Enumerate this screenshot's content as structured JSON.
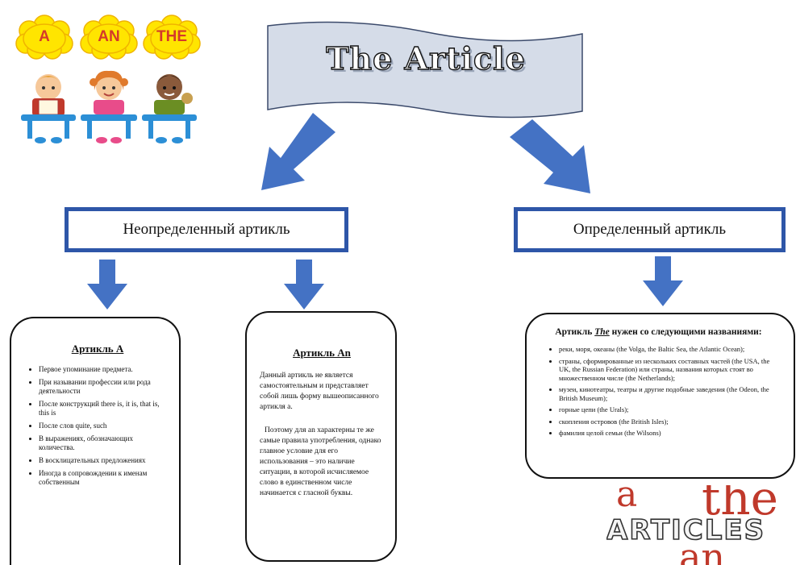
{
  "clouds": [
    {
      "label": "A"
    },
    {
      "label": "AN"
    },
    {
      "label": "THE"
    }
  ],
  "banner": {
    "title": "The Article"
  },
  "headers": {
    "indefinite": "Неопределенный артикль",
    "definite": "Определенный артикль"
  },
  "box_a": {
    "title": "Артикль А",
    "items": [
      "Первое упоминание предмета.",
      "При назывании профессии или рода деятельности",
      "После конструкций there is, it is, that is, this is",
      "После слов quite, such",
      "В выражениях, обозначающих количества.",
      "В восклицательных предложениях",
      "Иногда в сопровождении к именам собственным"
    ]
  },
  "box_an": {
    "title": "Артикль An",
    "para1": "Данный артикль не является самостоятельным и представляет собой лишь форму вышеописанного артикля a.",
    "para2": "Поэтому для an характерны те же самые правила употребления, однако главное условие для его использования – это наличие ситуации, в которой исчисляемое слово в единственном числе начинается с гласной буквы."
  },
  "box_the": {
    "title_prefix": "Артикль ",
    "title_article": "The",
    "title_suffix": " нужен со следующими названиями:",
    "items": [
      "реки, моря, океаны (the Volga, the Baltic Sea, the Atlantic Ocean);",
      "страны, сформированные из нескольких составных частей (the USA, the UK, the Russian Federation) или страны, названия которых стоят во множественном числе (the Netherlands);",
      "музеи, кинотеатры, театры и другие подобные заведения (the Odeon, the British Museum);",
      "горные цепи (the Urals);",
      "скопления островов (the British Isles);",
      "фамилия целой семьи (the Wilsons)"
    ]
  },
  "logo": {
    "a": "a",
    "the": "the",
    "articles": "ARTICLES",
    "an": "an"
  },
  "colors": {
    "arrow": "#4472c4",
    "header_border": "#2e56a8",
    "banner": "#d5dce8",
    "cloud": "#ffe500",
    "cloud_text": "#d43a2a"
  }
}
